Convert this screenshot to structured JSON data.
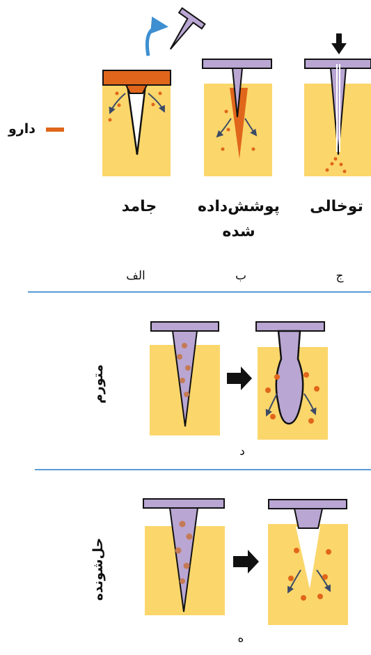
{
  "legend": {
    "drug_label": "دارو"
  },
  "top_panel": {
    "types": [
      {
        "label": "جامد",
        "letter": "الف"
      },
      {
        "label": "پوشش‌داده شده",
        "line1": "پوشش‌داده",
        "line2": "شده",
        "letter": "ب"
      },
      {
        "label": "توخالی",
        "letter": "ج"
      }
    ]
  },
  "swelling_panel": {
    "label": "متورم",
    "letter": "د"
  },
  "dissolving_panel": {
    "label": "حل‌شونده",
    "letter": "ه"
  },
  "colors": {
    "skin": "#fbd66b",
    "needle": "#b9a6d2",
    "needle_outline": "#111111",
    "drug": "#e0661b",
    "divider": "#5b9bd5",
    "arrow_curve": "#3d8fd1",
    "flow_arrow": "#3b4a66"
  }
}
